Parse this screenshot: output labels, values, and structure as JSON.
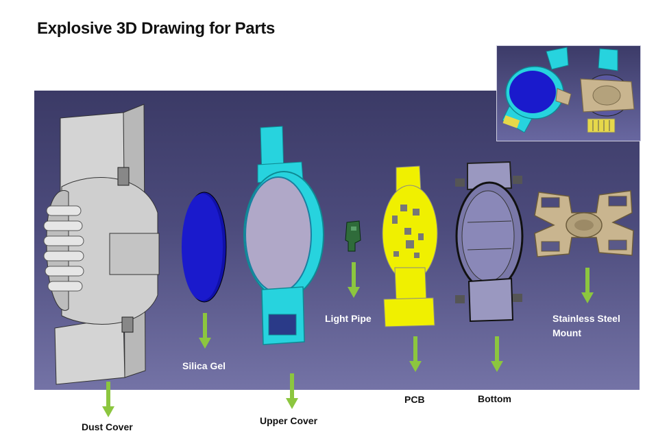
{
  "title": "Explosive 3D Drawing for Parts",
  "colors": {
    "background_top": "#3b3a66",
    "background_bottom": "#7473a6",
    "arrow": "#8cc63f",
    "dust_cover": "#c9c9c9",
    "silica_gel": "#1a1acc",
    "upper_cover": "#27d3de",
    "light_pipe": "#2f6b3a",
    "pcb": "#f0f000",
    "bottom": "#7a78a8",
    "mount": "#c9b58f"
  },
  "parts": {
    "dust_cover": "Dust Cover",
    "silica_gel": "Silica Gel",
    "upper_cover": "Upper Cover",
    "light_pipe": "Light Pipe",
    "pcb": "PCB",
    "bottom": "Bottom",
    "mount_line1": "Stainless Steel",
    "mount_line2": "Mount"
  }
}
